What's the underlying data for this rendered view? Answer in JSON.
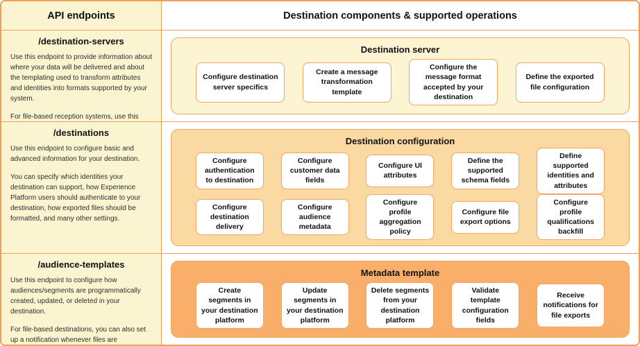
{
  "title_row": {
    "left": "API endpoints",
    "right": "Destination components & supported operations"
  },
  "endpoints": [
    {
      "title": "/destination-servers",
      "paragraphs": [
        "Use this endpoint to provide information about where your data will be delivered and about the templating used to transform attributes and identities into formats supported by your system.",
        "For file-based reception systems, use this endpoint to indicate supported file and compression formats for your destinations."
      ]
    },
    {
      "title": "/destinations",
      "paragraphs": [
        "Use this endpoint to configure basic and advanced information for your destination.",
        "You can specify which identities your destination can support, how Experience Platform users should authenticate to your destination, how exported files should be formatted, and many other settings."
      ]
    },
    {
      "title": "/audience-templates",
      "paragraphs": [
        "Use this endpoint to configure how audiences/segments are programmatically created, updated, or deleted in your destination.",
        "For file-based destinations, you can also set up a notification whenever files are successfully delivered to your destination."
      ]
    }
  ],
  "sections": [
    {
      "title": "Destination server",
      "operations": [
        "Configure destination server specifics",
        "Create a message transformation template",
        "Configure the message format accepted by your destination",
        "Define the exported file configuration"
      ]
    },
    {
      "title": "Destination configuration",
      "operations": [
        "Configure authentication to destination",
        "Configure customer data fields",
        "Configure UI attributes",
        "Define the supported schema fields",
        "Define supported identities and attributes",
        "Configure destination delivery",
        "Configure audience metadata",
        "Configure profile aggregation policy",
        "Configure file export options",
        "Configure profile qualifications backfill"
      ]
    },
    {
      "title": "Metadata template",
      "operations": [
        "Create segments in your destination platform",
        "Update segments in your destination platform",
        "Delete segments from your destination platform",
        "Validate template configuration fields",
        "Receive notifications for file exports"
      ]
    }
  ],
  "colors": {
    "divider_border": "#EDA05B",
    "left_column_bg": "#FBF4D0",
    "server_panel_bg": "#FCF4D3",
    "config_panel_bg": "#FBD9A2",
    "metadata_panel_bg": "#F9AF6A",
    "panel_border": "#F0A35C",
    "operation_box_border": "#F2A55F",
    "operation_box_bg": "#FFFFFF"
  }
}
